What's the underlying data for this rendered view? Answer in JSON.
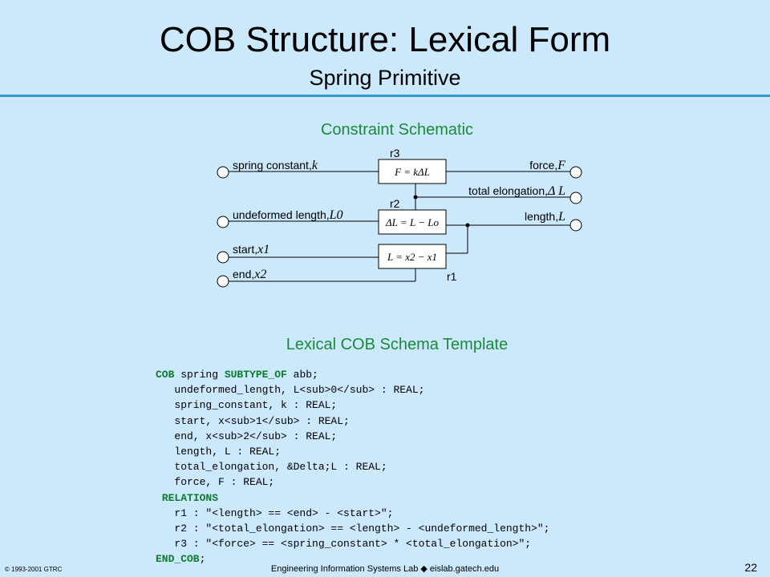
{
  "slide": {
    "title": "COB Structure: Lexical Form",
    "subtitle": "Spring Primitive"
  },
  "schematic": {
    "heading": "Constraint Schematic",
    "relation_labels": {
      "r3": "r3",
      "r2": "r2",
      "r1": "r1"
    },
    "relation_formulas": {
      "r3": "F = kΔL",
      "r2": "ΔL = L − Lo",
      "r1": "L = x2 − x1"
    },
    "inputs": [
      {
        "label": "spring constant,",
        "symbol": "k"
      },
      {
        "label": "undeformed length,",
        "symbol": "L0"
      },
      {
        "label": "start,",
        "symbol": "x1"
      },
      {
        "label": "end,",
        "symbol": "x2"
      }
    ],
    "outputs": [
      {
        "label": "force,",
        "symbol": "F"
      },
      {
        "label": "total elongation,",
        "symbol": "Δ L"
      },
      {
        "label": "length,",
        "symbol": "L"
      }
    ]
  },
  "template": {
    "heading": "Lexical COB Schema Template",
    "lines": [
      [
        {
          "t": "COB",
          "kw": true
        },
        {
          "t": " spring "
        },
        {
          "t": "SUBTYPE_OF",
          "kw": true
        },
        {
          "t": " abb;"
        }
      ],
      [
        {
          "t": "   undeformed_length, L<sub>0</sub> : REAL;"
        }
      ],
      [
        {
          "t": "   spring_constant, k : REAL;"
        }
      ],
      [
        {
          "t": "   start, x<sub>1</sub> : REAL;"
        }
      ],
      [
        {
          "t": "   end, x<sub>2</sub> : REAL;"
        }
      ],
      [
        {
          "t": "   length, L : REAL;"
        }
      ],
      [
        {
          "t": "   total_elongation, &Delta;L : REAL;"
        }
      ],
      [
        {
          "t": "   force, F : REAL;"
        }
      ],
      [
        {
          "t": " "
        },
        {
          "t": "RELATIONS",
          "kw": true
        }
      ],
      [
        {
          "t": "   r1 : \"<length> == <end> - <start>\";"
        }
      ],
      [
        {
          "t": "   r2 : \"<total_elongation> == <length> - <undeformed_length>\";"
        }
      ],
      [
        {
          "t": "   r3 : \"<force> == <spring_constant> * <total_elongation>\";"
        }
      ],
      [
        {
          "t": "END_COB",
          "kw": true
        },
        {
          "t": ";"
        }
      ]
    ]
  },
  "footer": {
    "copyright": "© 1993-2001  GTRC",
    "lab": "Engineering Information Systems Lab ◆ eislab.gatech.edu",
    "page_number": "22"
  }
}
